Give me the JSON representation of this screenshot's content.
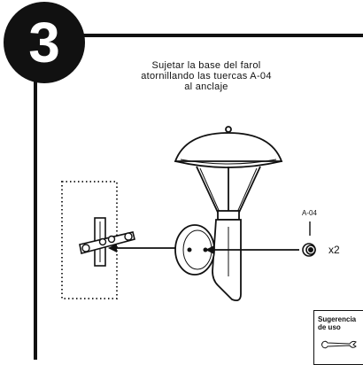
{
  "step": {
    "number": "3"
  },
  "instruction": {
    "line1": "Sujetar la base del farol",
    "line2": "atornillando las tuercas A-04",
    "line3": "al anclaje"
  },
  "part": {
    "code": "A-04",
    "quantity": "x2"
  },
  "tip": {
    "line1": "Sugerencia",
    "line2": "de uso"
  },
  "icons": [
    "step-circle-icon",
    "wall-anchor-icon",
    "lamp-icon",
    "nut-icon",
    "wrench-icon"
  ],
  "colors": {
    "ink": "#111111",
    "background": "#ffffff"
  }
}
